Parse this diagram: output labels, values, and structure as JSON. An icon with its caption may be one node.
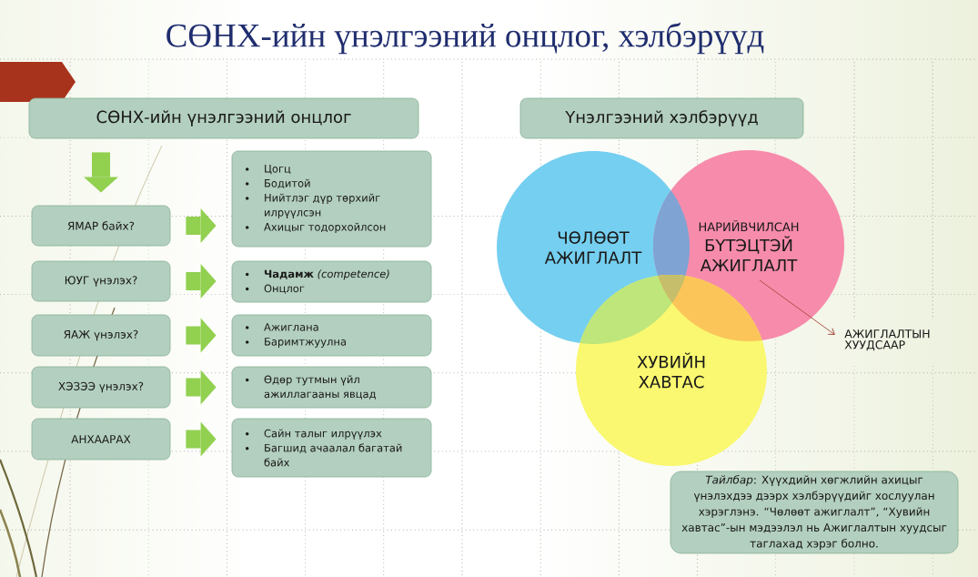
{
  "diagram": {
    "title": "СӨНХ-ийн үнэлгээний онцлог, хэлбэрүүд",
    "nodes": [
      {
        "text": [
          "СӨНХ-ийн үнэлгээний онцлог"
        ]
      },
      {
        "text": [
          "Үнэлгээний хэлбэрүүд"
        ]
      },
      {
        "text": [
          "ЯМАР байх?"
        ]
      },
      {
        "text": [
          "Цогц",
          "Бодитой",
          "Нийтлэг дүр төрхийг илрүүлсэн",
          "Ахицыг тодорхойлсон"
        ]
      },
      {
        "text": [
          "ЮУГ үнэлэх?"
        ]
      },
      {
        "text": [
          "**Чадамж** *(competence)*",
          "Онцлог"
        ]
      },
      {
        "text": [
          "ЯАЖ үнэлэх?"
        ]
      },
      {
        "text": [
          "Ажиглана",
          "Баримтжуулна"
        ]
      },
      {
        "text": [
          "ХЭЗЭЭ үнэлэх?"
        ]
      },
      {
        "text": [
          "Өдөр тутмын үйл ажиллагааны явцад"
        ]
      },
      {
        "text": [
          "АНХААРАХ"
        ]
      },
      {
        "text": [
          "Сайн талыг илрүүлэх",
          "Багшид ачаалал багатай байх"
        ]
      },
      {
        "text": [
          "ЧӨЛӨӨТ АЖИГЛАЛТ"
        ]
      },
      {
        "text": [
          "НАРИЙВЧИЛСАН",
          "БҮТЭЦТЭЙ АЖИГЛАЛТ"
        ]
      },
      {
        "text": [
          "ХУВИЙН ХАВТАС"
        ]
      },
      {
        "text": [
          "АЖИГЛАЛТЫН ХУУДСААР"
        ]
      },
      {
        "text": [
          "*Тайлбар*: Хүүхдийн хөгжлийн ахицыг үнэлэхдээ дээрх хэлбэрүүдийг хослуулан хэрэглэнэ. “Чөлөөт ажиглалт”, “Хувийн хавтас”-ын мэдээлэл нь Ажиглалтын хуудсыг таглахад хэрэг болно."
        ]
      }
    ],
    "edges": [
      {
        "from": 0,
        "to": 2,
        "arrow": "to"
      },
      {
        "from": 2,
        "to": 3,
        "arrow": "to"
      },
      {
        "from": 4,
        "to": 5,
        "arrow": "to"
      },
      {
        "from": 6,
        "to": 7,
        "arrow": "to"
      },
      {
        "from": 8,
        "to": 9,
        "arrow": "to"
      },
      {
        "from": 10,
        "to": 11,
        "arrow": "to"
      },
      {
        "from": 13,
        "to": 15,
        "arrow": "to",
        "color": "#a34a3b"
      }
    ]
  }
}
